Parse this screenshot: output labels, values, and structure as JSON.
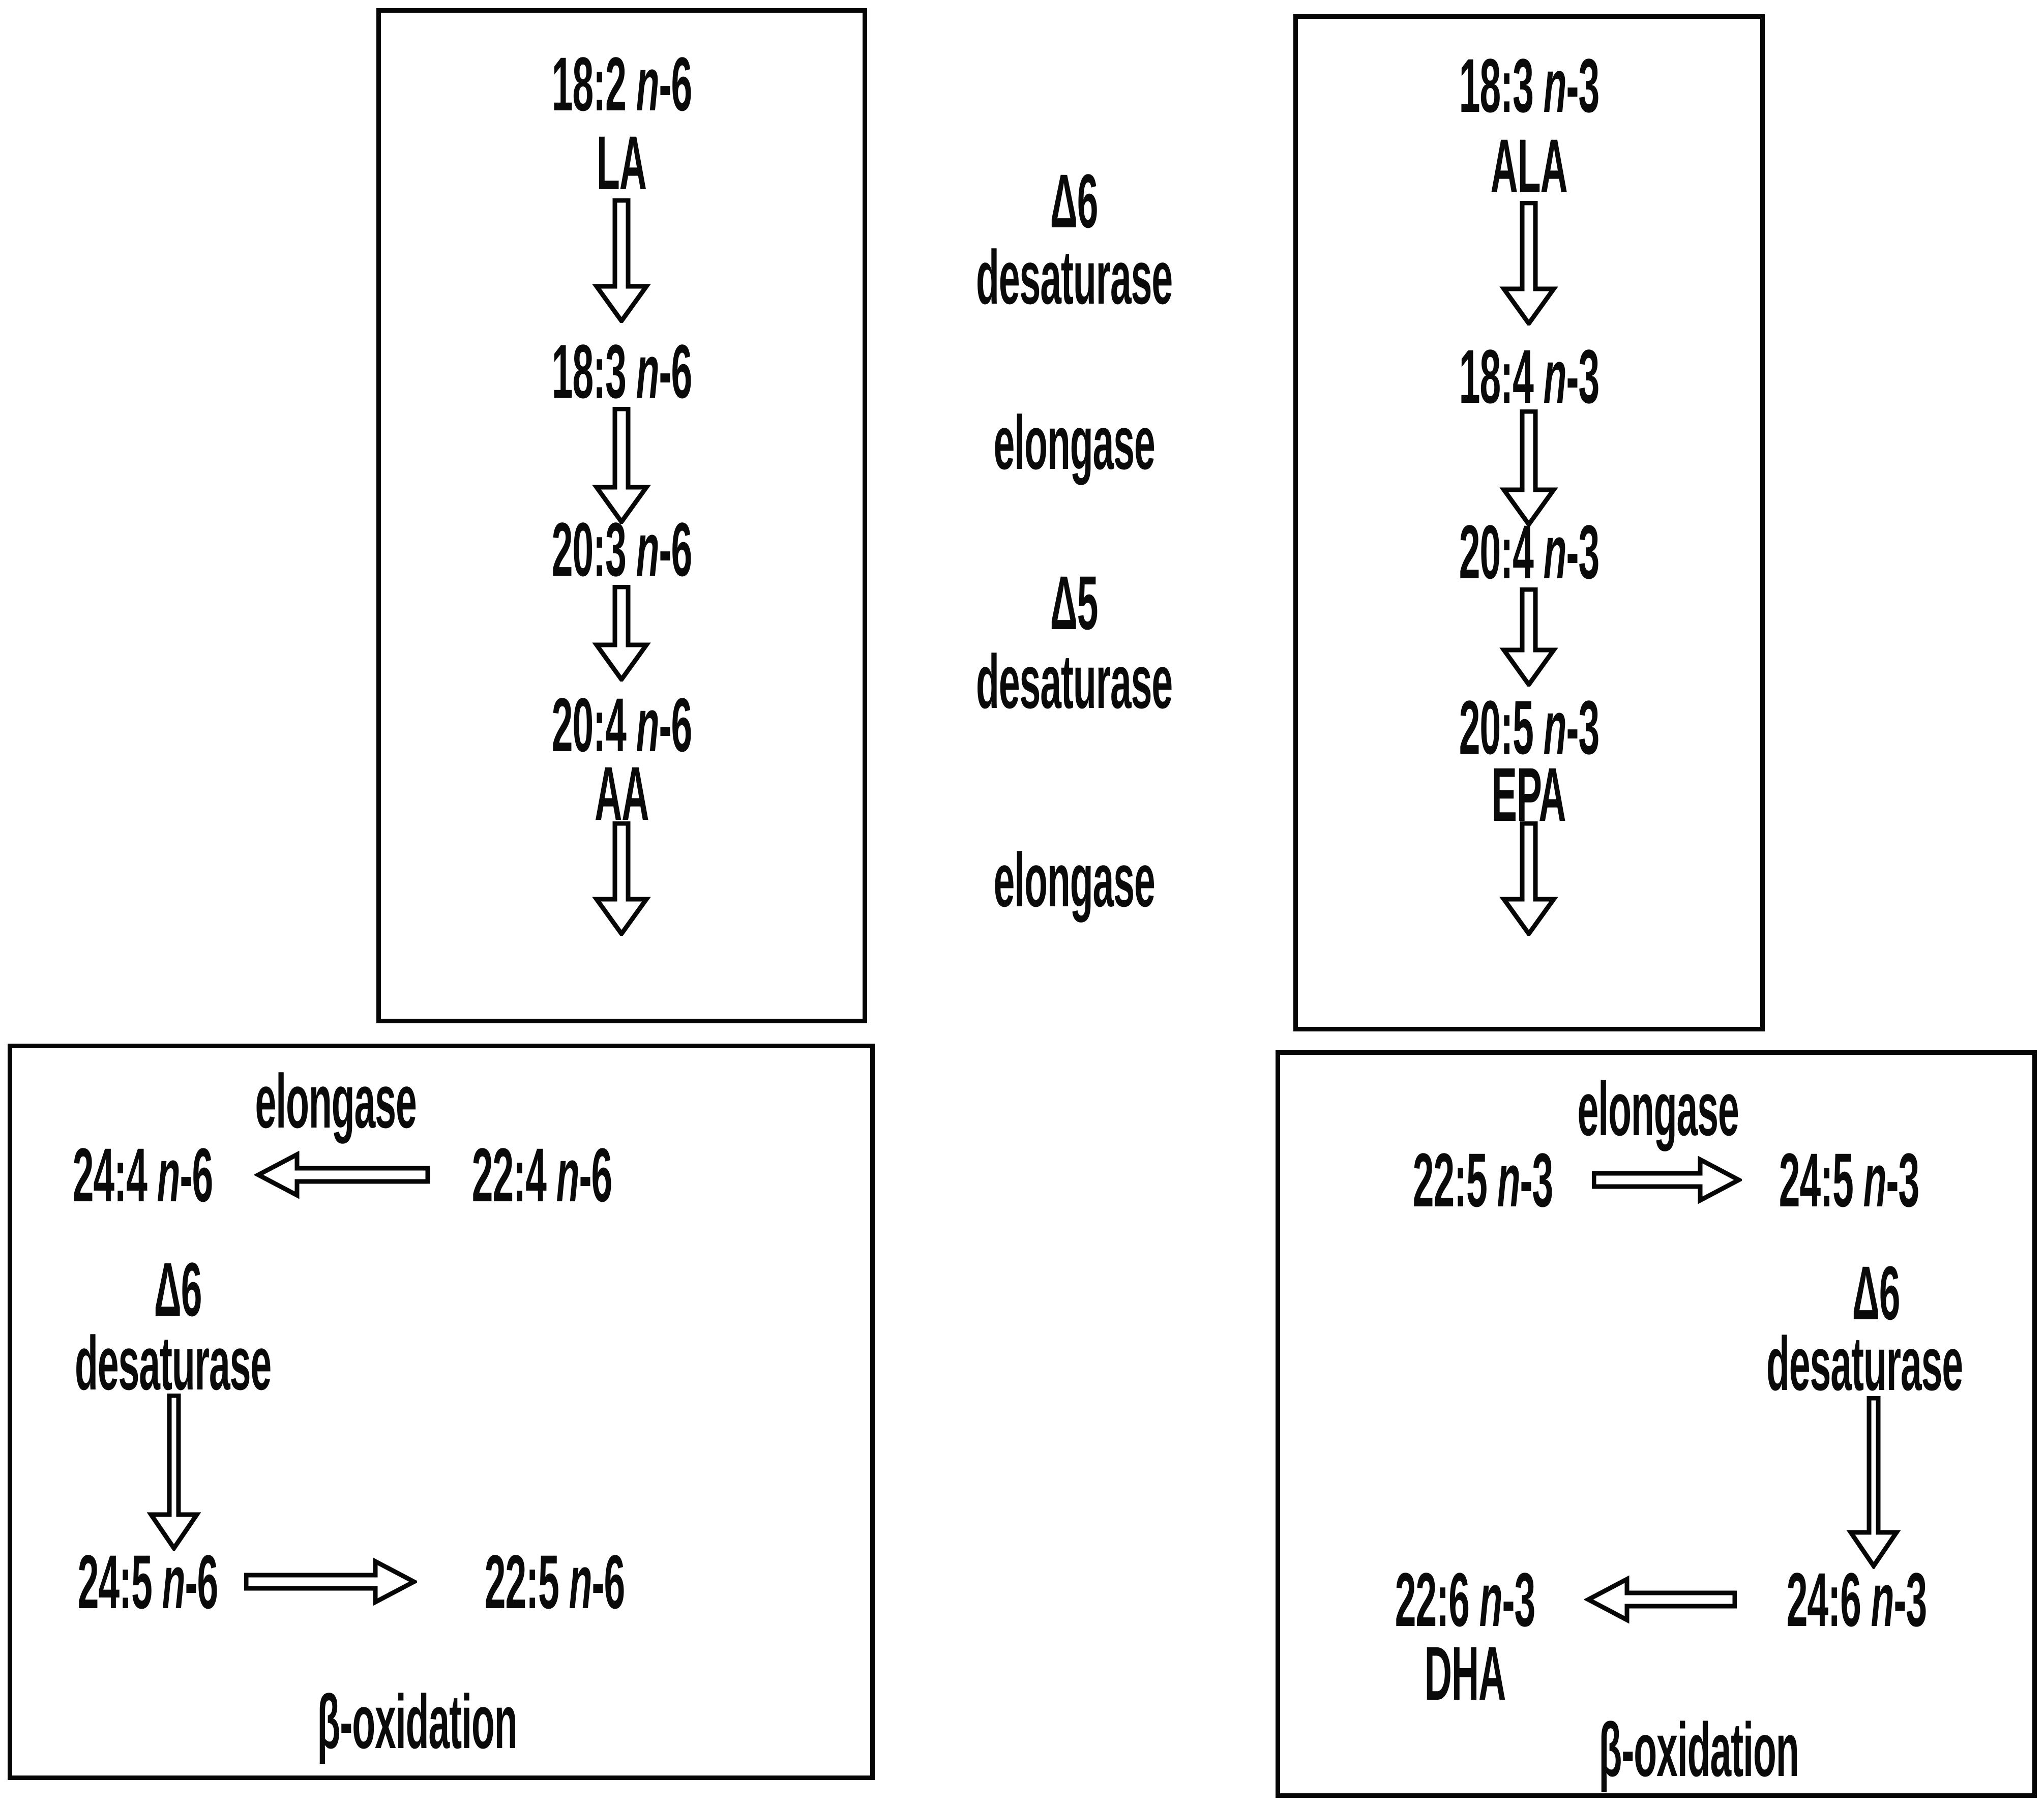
{
  "n6_upper": {
    "node1": {
      "pre": "18:2 ",
      "it": "n",
      "post": "-6"
    },
    "node1_abbr": "LA",
    "node2": {
      "pre": "18:3 ",
      "it": "n",
      "post": "-6"
    },
    "node3": {
      "pre": "20:3 ",
      "it": "n",
      "post": "-6"
    },
    "node4": {
      "pre": "20:4 ",
      "it": "n",
      "post": "-6"
    },
    "node4_abbr": "AA"
  },
  "n3_upper": {
    "node1": {
      "pre": "18:3 ",
      "it": "n",
      "post": "-3"
    },
    "node1_abbr": "ALA",
    "node2": {
      "pre": "18:4 ",
      "it": "n",
      "post": "-3"
    },
    "node3": {
      "pre": "20:4 ",
      "it": "n",
      "post": "-3"
    },
    "node4": {
      "pre": "20:5 ",
      "it": "n",
      "post": "-3"
    },
    "node4_abbr": "EPA"
  },
  "middle_enzymes": {
    "delta6": "Δ6",
    "delta6_name": "desaturase",
    "elongase1": "elongase",
    "delta5": "Δ5",
    "delta5_name": "desaturase",
    "elongase2": "elongase"
  },
  "n6_lower": {
    "elongase": "elongase",
    "product": {
      "pre": "24:4 ",
      "it": "n",
      "post": "-6"
    },
    "substrate": {
      "pre": "22:4 ",
      "it": "n",
      "post": "-6"
    },
    "delta6": "Δ6",
    "delta6_name": "desaturase",
    "intermediate": {
      "pre": "24:5 ",
      "it": "n",
      "post": "-6"
    },
    "final": {
      "pre": "22:5 ",
      "it": "n",
      "post": "-6"
    },
    "beta_oxidation": "β-oxidation"
  },
  "n3_lower": {
    "elongase": "elongase",
    "substrate": {
      "pre": "22:5 ",
      "it": "n",
      "post": "-3"
    },
    "product": {
      "pre": "24:5 ",
      "it": "n",
      "post": "-3"
    },
    "delta6": "Δ6",
    "delta6_name": "desaturase",
    "intermediate": {
      "pre": "24:6 ",
      "it": "n",
      "post": "-3"
    },
    "final": {
      "pre": "22:6 ",
      "it": "n",
      "post": "-3"
    },
    "final_abbr": "DHA",
    "beta_oxidation": "β-oxidation"
  }
}
